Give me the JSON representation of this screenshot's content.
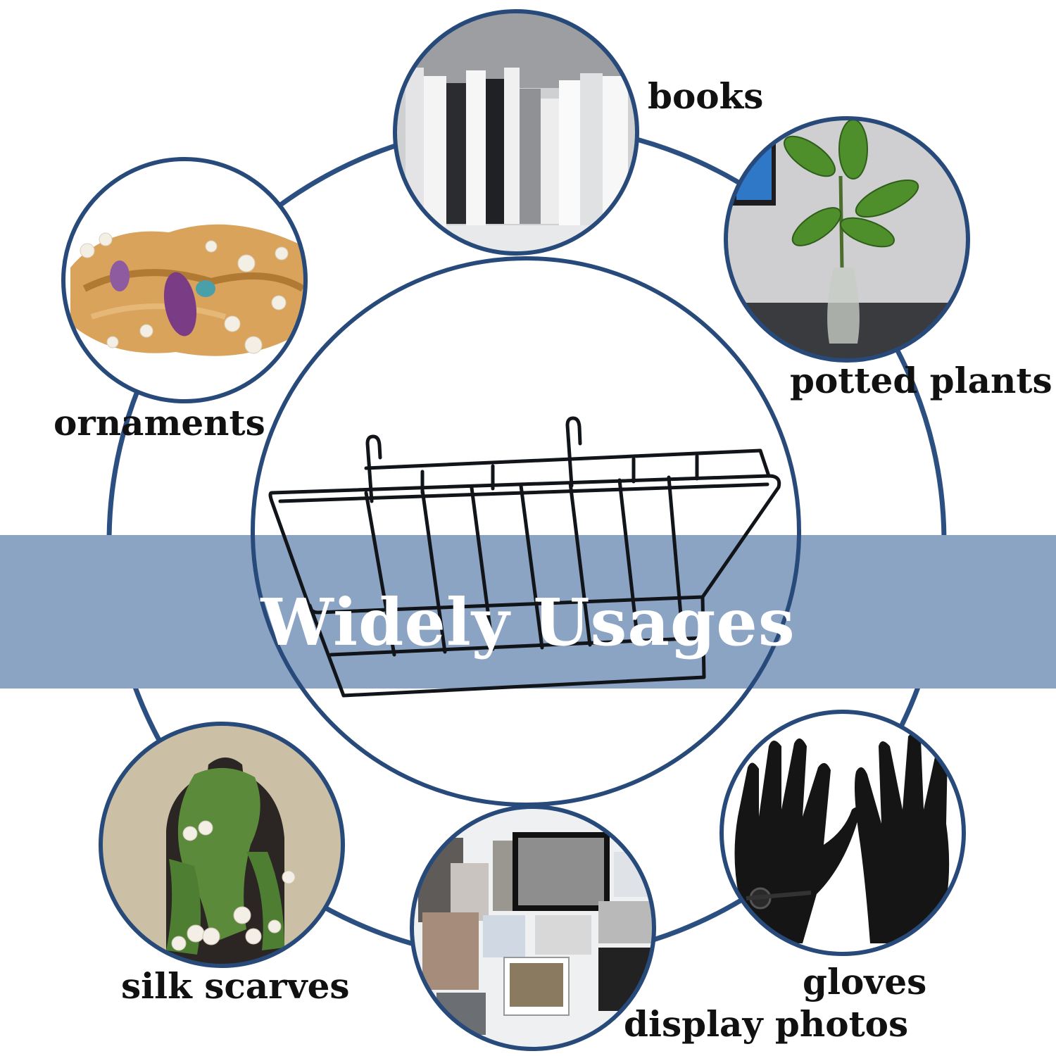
{
  "headline": "Widely Usages",
  "colors": {
    "ring": "#2b4f80",
    "banner": "#8ba4c4",
    "headline": "#ffffff",
    "label": "#111111"
  },
  "usages": [
    {
      "label": "books",
      "icon": "books-photo-icon"
    },
    {
      "label": "potted plants",
      "icon": "plant-photo-icon"
    },
    {
      "label": "ornaments",
      "icon": "jewelry-photo-icon"
    },
    {
      "label": "silk scarves",
      "icon": "scarf-photo-icon"
    },
    {
      "label": "display photos",
      "icon": "photos-photo-icon"
    },
    {
      "label": "gloves",
      "icon": "gloves-photo-icon"
    }
  ],
  "product": {
    "icon": "wire-basket-icon"
  }
}
